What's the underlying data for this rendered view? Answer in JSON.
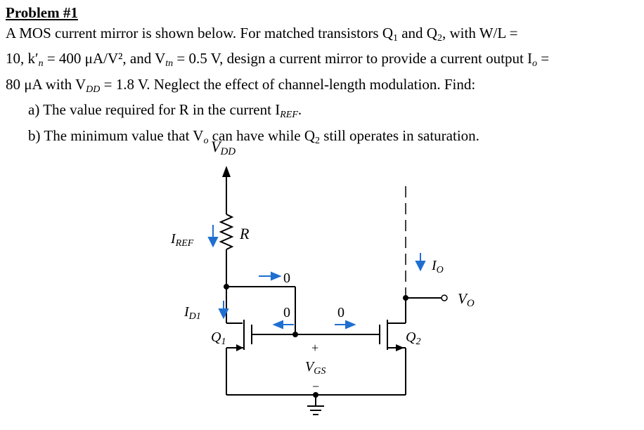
{
  "problem": {
    "title": "Problem #1",
    "line1": "A MOS current mirror is shown below. For matched transistors Q",
    "q1sub": "1",
    "line1b": " and Q",
    "q2sub": "2",
    "line1c": ", with W/L =",
    "line2a": "10, k′",
    "kn_sub": "n",
    "line2b": " = 400 μA/V², and V",
    "vtn_sub": "tn",
    "line2c": " = 0.5 V, design a current mirror to provide a current output I",
    "io_sub": "o",
    "line2d": " =",
    "line3a": "80 μA with V",
    "vdd_sub": "DD",
    "line3b": " = 1.8 V. Neglect the effect of channel-length modulation. Find:",
    "item_a_pre": "a)  The value required for R in the current I",
    "item_a_sub": "REF",
    "item_a_post": ".",
    "item_b_pre": "b)  The minimum value that V",
    "item_b_sub": "o",
    "item_b_post": " can have while Q",
    "item_b_q2sub": "2",
    "item_b_end": " still operates in saturation."
  },
  "circuit": {
    "vdd_label": "V",
    "vdd_sub": "DD",
    "r_label": "R",
    "iref_label": "I",
    "iref_sub": "REF",
    "id1_label": "I",
    "id1_sub": "D1",
    "io_label": "I",
    "io_sub": "O",
    "vo_label": "V",
    "vo_sub": "O",
    "q1_label": "Q",
    "q1_sub": "1",
    "q2_label": "Q",
    "q2_sub": "2",
    "zero_top": "0",
    "zero_left": "0",
    "zero_right": "0",
    "plus": "+",
    "minus": "−",
    "vgs_label": "V",
    "vgs_sub": "GS"
  }
}
